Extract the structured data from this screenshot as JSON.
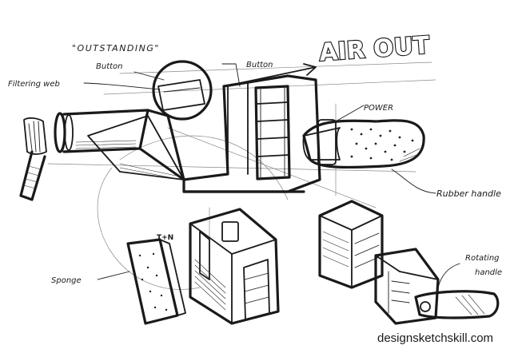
{
  "title": "AIR OUT",
  "labels": {
    "outstanding": "\"OUTSTANDING\"",
    "button_top": "Button",
    "button_mid": "Button",
    "filtering_web": "Filtering web",
    "power": "POWER",
    "rubber_handle": "Rubber handle",
    "rotating_handle_1": "Rotating",
    "rotating_handle_2": "handle",
    "sponge": "Sponge",
    "tiny_note": "T+N"
  },
  "watermark": "designsketchskill.com"
}
